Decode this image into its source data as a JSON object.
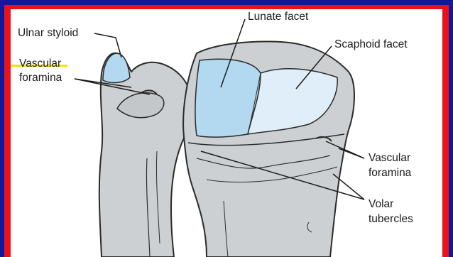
{
  "labels": {
    "ulnar_styloid": "Ulnar styloid",
    "vascular_left_1": "Vascular",
    "vascular_left_2": "foramina",
    "lunate_facet": "Lunate facet",
    "scaphoid_facet": "Scaphoid facet",
    "vascular_right_1": "Vascular",
    "vascular_right_2": "foramina",
    "volar_1": "Volar",
    "volar_2": "tubercles"
  },
  "colors": {
    "outer_background": "#13189a",
    "border": "#e8121a",
    "bone": "#cdd0d2",
    "facet_light": "#dfeef8",
    "facet_blue": "#b3d9f0",
    "outline": "#2b2b2b",
    "highlight": "#e9e800"
  }
}
